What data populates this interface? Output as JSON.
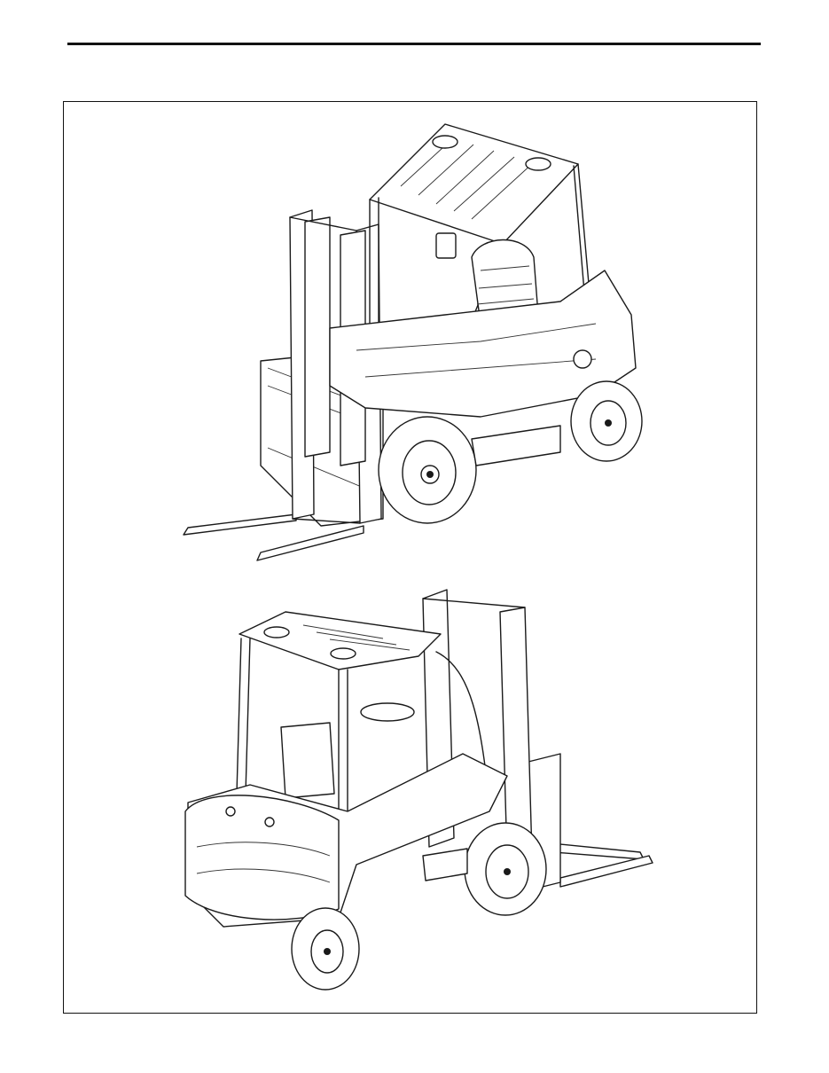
{
  "page": {
    "rule_color": "#111111",
    "frame_color": "#111111",
    "background": "#ffffff"
  },
  "figures": [
    {
      "view": "front-left",
      "icon": "forklift-front-view-illustration"
    },
    {
      "view": "rear-left",
      "icon": "forklift-rear-view-illustration"
    }
  ]
}
